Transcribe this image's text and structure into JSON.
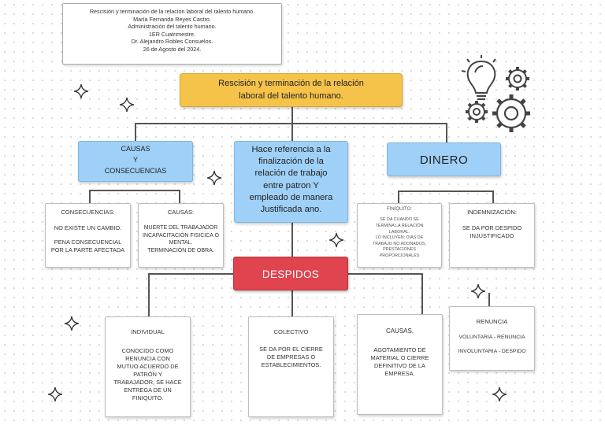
{
  "header": {
    "lines": [
      "Rescisión y terminación de la relación laboral del talento humano.",
      "María Fernanda Reyes Castro.",
      "Administración del talento humano.",
      "1ER Cuatrimestre.",
      "Dr. Alejandro Robles Consuelos.",
      "26 de Agosto del 2024."
    ]
  },
  "title": {
    "line1": "Rescisión y terminación de la relación",
    "line2": "laboral del talento humano."
  },
  "causas_consecuencias": {
    "line1": "CAUSAS",
    "line2": "Y",
    "line3": "CONSECUENCIAS"
  },
  "definicion": {
    "lines": [
      "Hace referencia a la",
      "finalización de la",
      "relación de trabajo",
      "entre patron Y",
      "empleado de manera",
      "Justificada ano."
    ]
  },
  "dinero": {
    "label": "DINERO"
  },
  "consecuencias": {
    "title": "CONSECUENCIAS:",
    "line1": "NO EXISTE UN CAMBIO.",
    "line2": "PENA CONSECUENCIAL",
    "line3": "POR LA PARTE AFECTADA"
  },
  "causas_top": {
    "title": "CAUSAS:",
    "lines": [
      "MUERTE DEL TRABAJADOR",
      "INCAPACITACIÓN FISICICA O",
      "MENTAL.",
      "TERMINACIÓN DE OBRA."
    ]
  },
  "finiquito": {
    "title": "FINIQUITO:",
    "lines": [
      "SE DA CUANDO SE",
      "TERMINA LA RELACIÓN",
      "LABORAL.",
      "LO INCLUYEN: DÍAS DE",
      "TRABAJO NO ADONADOS,",
      "PRESTACIONES",
      "PROPORCIONALES"
    ]
  },
  "indemnizacion": {
    "title": "INDEMNIZACIÓN:",
    "line1": "SE DA POR DESPIDO",
    "line2": "INJUSTIFICADO"
  },
  "despidos": {
    "label": "DESPIDOS"
  },
  "individual": {
    "title": "INDIVIDUAL",
    "lines": [
      "CONOCIDO COMO",
      "RENUNCIA CON",
      "MUTUO ACUERDO DE",
      "PATRÓN Y",
      "TRABAJADOR, SE HACE",
      "ENTREGA DE UN",
      "FINIQUITO."
    ]
  },
  "colectivo": {
    "title": "COLECTIVO",
    "lines": [
      "SE DA POR EL CIERRE",
      "DE EMPRESAS O",
      "ESTABLECIMIENTOS."
    ]
  },
  "causas_bottom": {
    "title": "CAUSAS.",
    "lines": [
      "AGOTAMIENTO DE",
      "MATERIAL O CIERRE",
      "DEFINITIVO DE LA",
      "EMPRESA."
    ]
  },
  "renuncia": {
    "title": "RENUNCIA",
    "line1": "VOLUNTARIA - RENUNCIA",
    "line2": "INVOLUNTARIA - DESPIDO"
  },
  "colors": {
    "title": "#f6c34a",
    "blue": "#9fd0f7",
    "red": "#e0444f",
    "connector": "#555555"
  },
  "icons": [
    "lightbulb-gears-icon",
    "sparkle-icon"
  ]
}
